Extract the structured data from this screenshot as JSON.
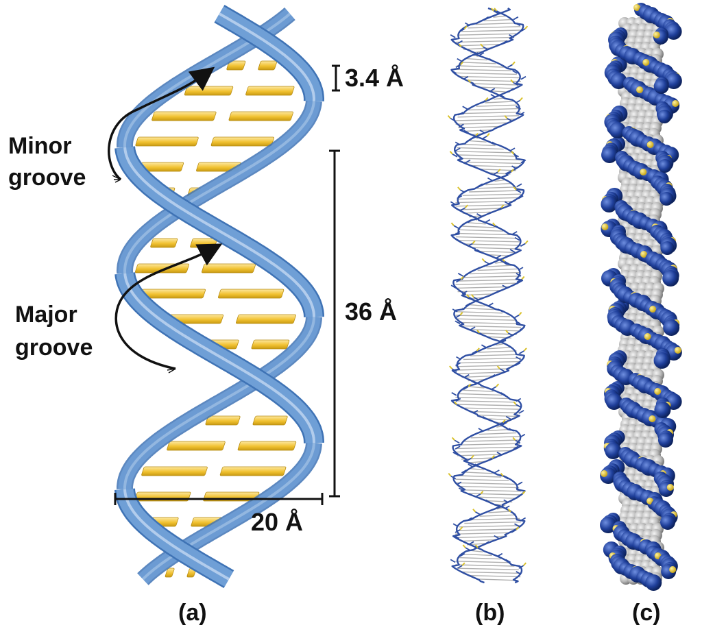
{
  "labels": {
    "minor_groove_line1": "Minor",
    "minor_groove_line2": "groove",
    "major_groove_line1": "Major",
    "major_groove_line2": "groove",
    "rise": "3.4 Å",
    "pitch": "36 Å",
    "diameter": "20 Å"
  },
  "panels": {
    "a": "(a)",
    "b": "(b)",
    "c": "(c)"
  },
  "colors": {
    "backbone_ribbon": "#6f9fd6",
    "backbone_ribbon_edge": "#3f73b5",
    "base_pair": "#f1c232",
    "base_pair_edge": "#b58a10",
    "stick_backbone": "#2f4fa3",
    "stick_base": "#9a9a9a",
    "phosphorus": "#d9c12b",
    "spacefill_backbone": "#1f3f9a",
    "spacefill_base": "#bdbdbd",
    "annotation": "#111111"
  },
  "icons": {
    "minor_groove_pointer": "curved-arrow-icon",
    "major_groove_pointer": "curved-arrow-icon"
  }
}
